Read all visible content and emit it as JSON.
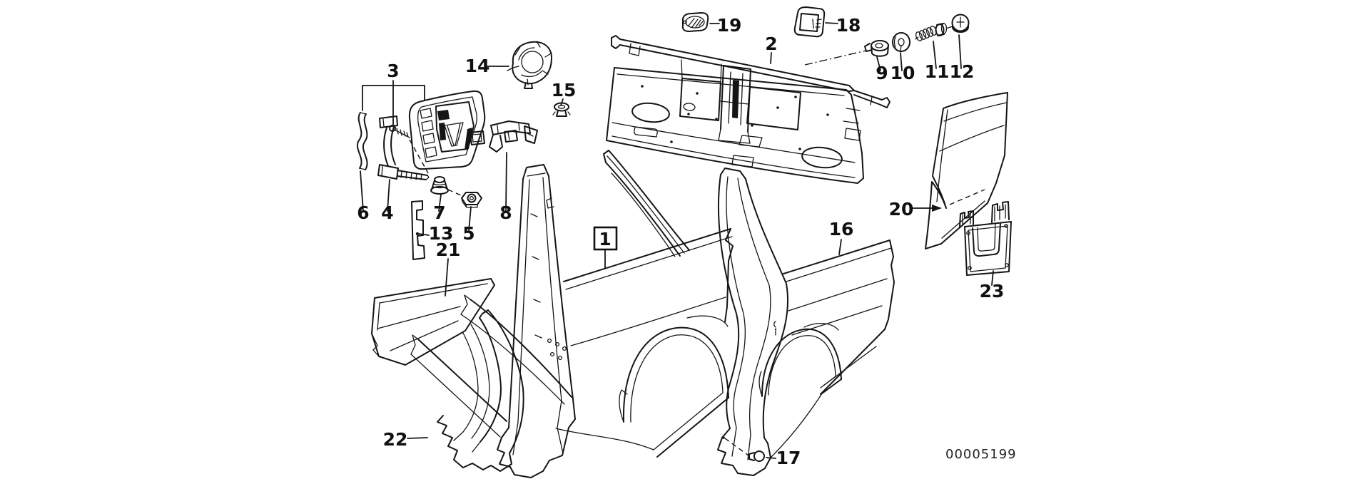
{
  "diagram": {
    "kind": "exploded-parts-diagram",
    "drawing_number": "00005199",
    "callouts": [
      {
        "label": "1",
        "boxed": true
      },
      {
        "label": "2",
        "boxed": false
      },
      {
        "label": "3",
        "boxed": false
      },
      {
        "label": "4",
        "boxed": false
      },
      {
        "label": "5",
        "boxed": false
      },
      {
        "label": "6",
        "boxed": false
      },
      {
        "label": "7",
        "boxed": false
      },
      {
        "label": "8",
        "boxed": false
      },
      {
        "label": "9",
        "boxed": false
      },
      {
        "label": "10",
        "boxed": false
      },
      {
        "label": "11",
        "boxed": false
      },
      {
        "label": "12",
        "boxed": false
      },
      {
        "label": "13",
        "boxed": false
      },
      {
        "label": "14",
        "boxed": false
      },
      {
        "label": "15",
        "boxed": false
      },
      {
        "label": "16",
        "boxed": false
      },
      {
        "label": "17",
        "boxed": false
      },
      {
        "label": "18",
        "boxed": false
      },
      {
        "label": "19",
        "boxed": false
      },
      {
        "label": "20",
        "boxed": false
      },
      {
        "label": "21",
        "boxed": false
      },
      {
        "label": "22",
        "boxed": false
      },
      {
        "label": "23",
        "boxed": false
      }
    ]
  }
}
